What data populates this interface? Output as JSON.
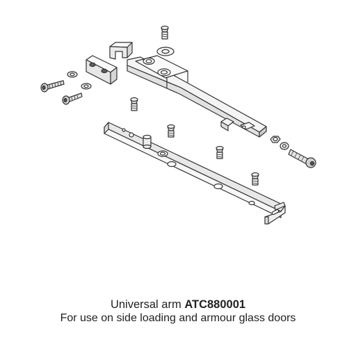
{
  "caption": {
    "product_name": "Universal arm",
    "product_code": "ATC880001",
    "description": "For use on side loading and armour glass doors"
  },
  "colors": {
    "line": "#333333",
    "part_fill": "#f5f5f5",
    "metal_fill": "#dcdcdc",
    "dark_fill": "#6a6a6a",
    "text": "#222222"
  }
}
